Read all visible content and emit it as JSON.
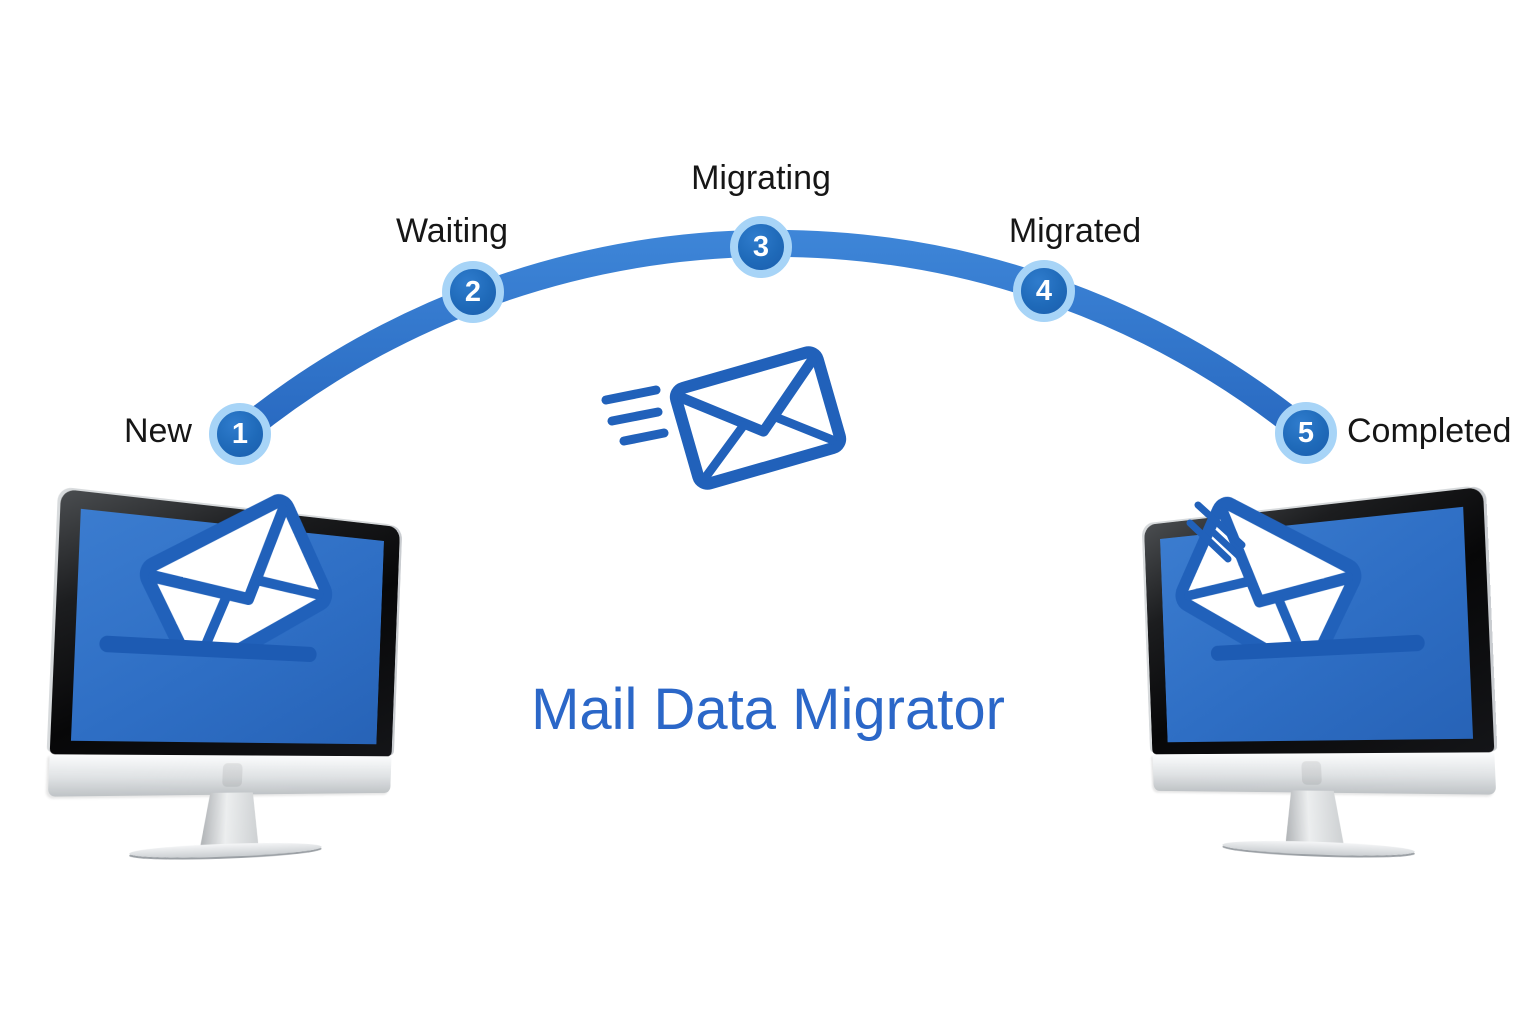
{
  "title": {
    "text": "Mail Data Migrator",
    "color": "#2b67c8"
  },
  "process": {
    "steps": [
      {
        "number": "1",
        "label": "New"
      },
      {
        "number": "2",
        "label": "Waiting"
      },
      {
        "number": "3",
        "label": "Migrating"
      },
      {
        "number": "4",
        "label": "Migrated"
      },
      {
        "number": "5",
        "label": "Completed"
      }
    ]
  },
  "colors": {
    "arc_top": "#3e86d8",
    "arc_bottom": "#2767bf",
    "step_circle_fill": "#1f6ab9",
    "step_circle_ring": "#a7d4f7",
    "step_number_text": "#ffffff",
    "step_label_text": "#161616",
    "envelope_blue": "#2161ba",
    "screen_blue": "#2e6ec4",
    "slot_blue": "#1d5bb3",
    "background": "#ffffff"
  },
  "icons": {
    "center": "flying-envelope-icon",
    "left_monitor": "monitor-envelope-inbox-icon",
    "right_monitor": "monitor-envelope-inbox-icon",
    "motion": "motion-lines-icon"
  }
}
